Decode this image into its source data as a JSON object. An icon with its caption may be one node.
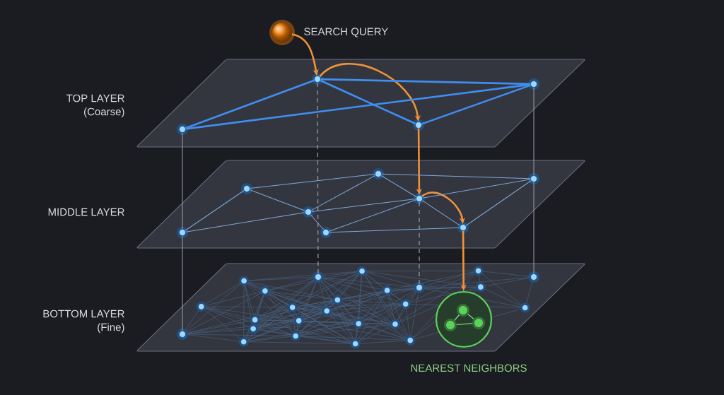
{
  "diagram": {
    "nodes": [
      {
        "text": [],
        "shape": "circle",
        "beside": [
          "SEARCH QUERY"
        ]
      },
      {
        "text": [
          "TOP LAYER",
          "(Coarse)"
        ]
      },
      {
        "text": [],
        "shape": "circle",
        "in": 1
      },
      {
        "text": [],
        "shape": "circle",
        "in": 1
      },
      {
        "text": [],
        "shape": "circle",
        "in": 1
      },
      {
        "text": [],
        "shape": "circle",
        "in": 1
      },
      {
        "text": [
          "MIDDLE LAYER"
        ]
      },
      {
        "text": [],
        "shape": "circle",
        "in": 6
      },
      {
        "text": [],
        "shape": "circle",
        "in": 6
      },
      {
        "text": [],
        "shape": "circle",
        "in": 6
      },
      {
        "text": [],
        "shape": "circle",
        "in": 6
      },
      {
        "text": [],
        "shape": "circle",
        "in": 6
      },
      {
        "text": [],
        "shape": "circle",
        "in": 6
      },
      {
        "text": [],
        "shape": "circle",
        "in": 6
      },
      {
        "text": [],
        "shape": "circle",
        "in": 6
      },
      {
        "text": [
          "BOTTOM LAYER",
          "(Fine)"
        ]
      },
      {
        "text": [],
        "shape": "circle",
        "in": 15
      },
      {
        "text": [],
        "shape": "circle",
        "in": 15
      },
      {
        "text": [],
        "shape": "circle",
        "in": 15
      },
      {
        "text": [],
        "shape": "circle",
        "in": 15,
        "beside": [
          "NEAREST NEIGHBORS"
        ]
      },
      {
        "text": [],
        "shape": "circle",
        "in": 15
      }
    ],
    "edges": [
      {
        "from": 0,
        "to": 3,
        "arrow": "to",
        "style": "thick",
        "color": "#f0923a"
      },
      {
        "from": 3,
        "to": 4,
        "arrow": "to",
        "style": "thick",
        "color": "#f0923a"
      },
      {
        "from": 4,
        "to": 12,
        "arrow": "to",
        "style": "thick",
        "color": "#f0923a"
      },
      {
        "from": 12,
        "to": 13,
        "arrow": "to",
        "style": "thick",
        "color": "#f0923a"
      },
      {
        "from": 13,
        "to": 19,
        "arrow": "to",
        "style": "thick",
        "color": "#f0923a"
      },
      {
        "from": 2,
        "to": 3,
        "arrow": "none",
        "style": "thick",
        "color": "#3f8ef0"
      },
      {
        "from": 2,
        "to": 5,
        "arrow": "none",
        "style": "thick",
        "color": "#3f8ef0"
      },
      {
        "from": 3,
        "to": 5,
        "arrow": "none",
        "style": "thick",
        "color": "#3f8ef0"
      },
      {
        "from": 3,
        "to": 4,
        "arrow": "none",
        "style": "thick",
        "color": "#3f8ef0"
      },
      {
        "from": 4,
        "to": 5,
        "arrow": "none",
        "style": "thick",
        "color": "#3f8ef0"
      },
      {
        "from": 7,
        "to": 8,
        "arrow": "none"
      },
      {
        "from": 7,
        "to": 9,
        "arrow": "none"
      },
      {
        "from": 8,
        "to": 9,
        "arrow": "none"
      },
      {
        "from": 8,
        "to": 11,
        "arrow": "none"
      },
      {
        "from": 9,
        "to": 11,
        "arrow": "none"
      },
      {
        "from": 9,
        "to": 12,
        "arrow": "none"
      },
      {
        "from": 9,
        "to": 10,
        "arrow": "none"
      },
      {
        "from": 10,
        "to": 12,
        "arrow": "none"
      },
      {
        "from": 10,
        "to": 13,
        "arrow": "none"
      },
      {
        "from": 11,
        "to": 12,
        "arrow": "none"
      },
      {
        "from": 11,
        "to": 14,
        "arrow": "none"
      },
      {
        "from": 12,
        "to": 14,
        "arrow": "none"
      },
      {
        "from": 12,
        "to": 13,
        "arrow": "none"
      },
      {
        "from": 13,
        "to": 14,
        "arrow": "none"
      },
      {
        "from": 2,
        "to": 7,
        "arrow": "none",
        "color": "#9aa0ad"
      },
      {
        "from": 7,
        "to": 16,
        "arrow": "none",
        "color": "#9aa0ad"
      },
      {
        "from": 3,
        "to": 17,
        "arrow": "none",
        "style": "dashed",
        "color": "#9aa0ad"
      },
      {
        "from": 12,
        "to": 18,
        "arrow": "none",
        "style": "dashed",
        "color": "#9aa0ad"
      },
      {
        "from": 5,
        "to": 14,
        "arrow": "none",
        "color": "#9aa0ad"
      },
      {
        "from": 14,
        "to": 20,
        "arrow": "none",
        "color": "#9aa0ad"
      }
    ]
  }
}
